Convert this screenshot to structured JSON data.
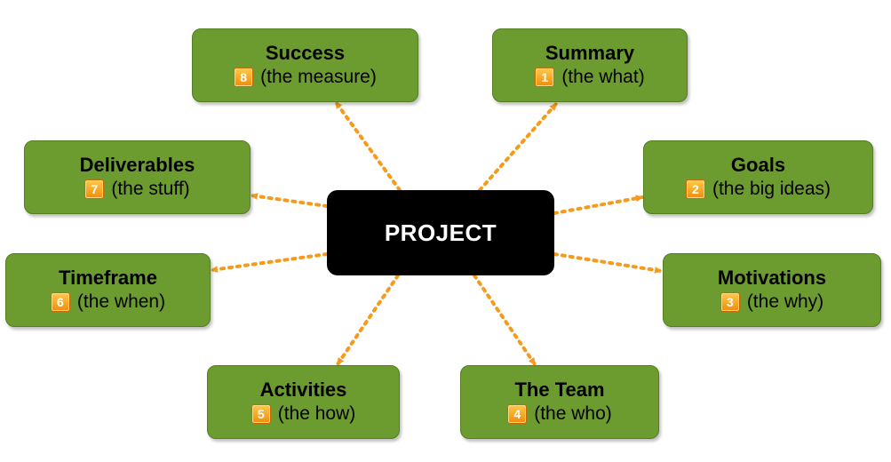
{
  "center": {
    "label": "PROJECT"
  },
  "nodes": [
    {
      "id": "success",
      "title": "Success",
      "subtitle": "(the measure)",
      "number": "8"
    },
    {
      "id": "summary",
      "title": "Summary",
      "subtitle": "(the what)",
      "number": "1"
    },
    {
      "id": "deliverables",
      "title": "Deliverables",
      "subtitle": "(the stuff)",
      "number": "7"
    },
    {
      "id": "goals",
      "title": "Goals",
      "subtitle": "(the big ideas)",
      "number": "2"
    },
    {
      "id": "timeframe",
      "title": "Timeframe",
      "subtitle": "(the when)",
      "number": "6"
    },
    {
      "id": "motivations",
      "title": "Motivations",
      "subtitle": "(the why)",
      "number": "3"
    },
    {
      "id": "activities",
      "title": "Activities",
      "subtitle": "(the how)",
      "number": "5"
    },
    {
      "id": "team",
      "title": "The Team",
      "subtitle": "(the who)",
      "number": "4"
    }
  ],
  "colors": {
    "node_fill": "#6c9b2f",
    "arrow": "#f59a1c",
    "center_fill": "#000000",
    "badge": "#f4a52a"
  }
}
